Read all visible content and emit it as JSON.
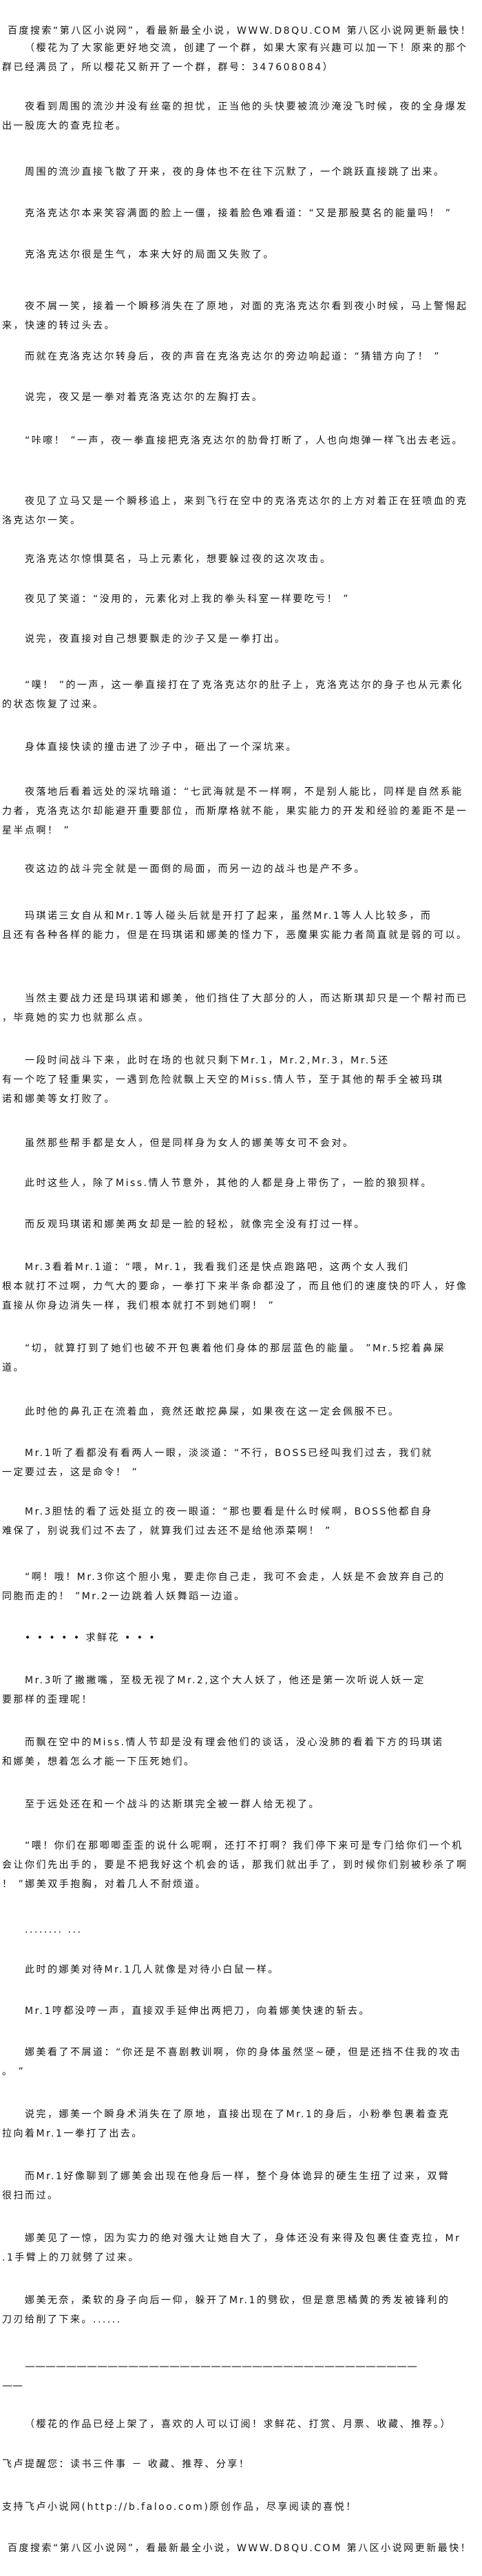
{
  "header": "百度搜索“第八区小说网”，看最新最全小说，WWW.D8QU.COM  第八区小说网更新最快！",
  "paragraphs": [
    {
      "lines": [
        "（樱花为了大家能更好地交流，创建了一个群，如果大家有兴趣可以加一下！原来的那个",
        "群已经满员了，所以樱花又新开了一个群，群号：347608084）"
      ]
    },
    {
      "lines": [
        "夜看到周围的流沙并没有丝毫的担忧，正当他的头快要被流沙淹没飞时候，夜的全身爆发",
        "出一股庞大的查克拉老。"
      ]
    },
    {
      "lines": [
        "周围的流沙直接飞散了开来，夜的身体也不在往下沉默了，一个跳跃直接跳了出来。"
      ]
    },
    {
      "lines": [
        "克洛克达尔本来笑容满面的脸上一僵，接着脸色难看道：“又是那股莫名的能量吗！ ”"
      ]
    },
    {
      "lines": [
        "克洛克达尔很是生气，本来大好的局面又失败了。"
      ]
    },
    {
      "lines": [
        "夜不屑一笑，接着一个瞬移消失在了原地，对面的克洛克达尔看到夜小时候，马上警惕起",
        "来，快速的转过头去。"
      ]
    },
    {
      "lines": [
        "而就在克洛克达尔转身后，夜的声音在克洛克达尔的旁边响起道：“猜错方向了！ ”"
      ]
    },
    {
      "lines": [
        "说完，夜又是一拳对着克洛克达尔的左胸打去。"
      ]
    },
    {
      "lines": [
        "“咔嚓！ ”一声，夜一拳直接把克洛克达尔的肋骨打断了，人也向炮弹一样飞出去老远。"
      ]
    },
    {
      "lines": [
        "夜见了立马又是一个瞬移追上，来到飞行在空中的克洛克达尔的上方对着正在狂喷血的克",
        "洛克达尔一笑。"
      ]
    },
    {
      "lines": [
        "克洛克达尔惊惧莫名，马上元素化，想要躲过夜的这次攻击。"
      ]
    },
    {
      "lines": [
        "夜见了笑道：“没用的，元素化对上我的拳头科室一样要吃亏！ ”"
      ]
    },
    {
      "lines": [
        "说完，夜直接对自己想要飘走的沙子又是一拳打出。"
      ]
    },
    {
      "lines": [
        "“噗！ ”的一声，这一拳直接打在了克洛克达尔的肚子上，克洛克达尔的身子也从元素化",
        "的状态恢复了过来。"
      ]
    },
    {
      "lines": [
        "身体直接快读的撞击进了沙子中，砸出了一个深坑来。"
      ]
    },
    {
      "lines": [
        "夜落地后看着远处的深坑暗道：“七武海就是不一样啊，不是别人能比，同样是自然系能",
        "力者，克洛克达尔却能避开重要部位，而斯摩格就不能，果实能力的开发和经验的差距不是一",
        "星半点啊！ ”"
      ]
    },
    {
      "lines": [
        "夜这边的战斗完全就是一面倒的局面，而另一边的战斗也是产不多。"
      ]
    },
    {
      "lines": [
        "玛琪诺三女自从和Mr.1等人碰头后就是开打了起来，虽然Mr.1等人人比较多，而",
        "且还有各种各样的能力，但是在玛琪诺和娜美的怪力下，恶魔果实能力者简直就是弱的可以。"
      ]
    },
    {
      "lines": [
        "当然主要战力还是玛琪诺和娜美，他们挡住了大部分的人，而达斯琪却只是一个帮衬而已",
        "，毕竟她的实力也就那么点。"
      ]
    },
    {
      "lines": [
        "一段时间战斗下来，此时在场的也就只剩下Mr.1，Mr.2,Mr.3，Mr.5还",
        "有一个吃了轻重果实，一遇到危险就飘上天空的Miss.情人节，至于其他的帮手全被玛琪",
        "诺和娜美等女打败了。"
      ]
    },
    {
      "lines": [
        "虽然那些帮手都是女人，但是同样身为女人的娜美等女可不会对。"
      ]
    },
    {
      "lines": [
        "此时这些人，除了Miss.情人节意外，其他的人都是身上带伤了，一脸的狼狈样。"
      ]
    },
    {
      "lines": [
        "而反观玛琪诺和娜美两女却是一脸的轻松，就像完全没有打过一样。"
      ]
    },
    {
      "lines": [
        "Mr.3看着Mr.1道：“喂，Mr.1，我看我们还是快点跑路吧，这两个女人我们",
        "根本就打不过啊，力气大的要命，一拳打下来半条命都没了，而且他们的速度快的吓人，好像",
        "直接从你身边消失一样，我们根本就打不到她们啊！ ”"
      ]
    },
    {
      "lines": [
        "“切，就算打到了她们也破不开包裹着他们身体的那层蓝色的能量。 ”Mr.5挖着鼻屎",
        "道。"
      ]
    },
    {
      "lines": [
        "此时他的鼻孔正在流着血，竟然还敢挖鼻屎，如果夜在这一定会佩服不已。"
      ]
    },
    {
      "lines": [
        "Mr.1听了看都没有看两人一眼，淡淡道：“不行，BOSS已经叫我们过去，我们就",
        "一定要过去，这是命令！ ”"
      ]
    },
    {
      "lines": [
        "Mr.3胆怯的看了远处挺立的夜一眼道：“那也要看是什么时候啊，BOSS他都自身",
        "难保了，别说我们过不去了，就算我们过去还不是给他添菜啊！ ”"
      ]
    },
    {
      "lines": [
        "“啊！哦！Mr.3你这个胆小鬼，要走你自己走，我可不会走，人妖是不会放弃自己的",
        "同胞而走的！ ”Mr.2一边跳着人妖舞蹈一边道。"
      ]
    },
    {
      "lines": [
        "• •  • • • 求鲜花 • • •"
      ]
    },
    {
      "lines": [
        "Mr.3听了撇撇嘴，至极无视了Mr.2,这个大人妖了，他还是第一次听说人妖一定",
        "要那样的歪理呢！"
      ]
    },
    {
      "lines": [
        "而飘在空中的Miss.情人节却是没有理会他们的谈话，没心没肺的看着下方的玛琪诺",
        "和娜美，想着怎么才能一下压死她们。"
      ]
    },
    {
      "lines": [
        "至于远处还在和一个战斗的达斯琪完全被一群人给无视了。"
      ]
    },
    {
      "lines": [
        "“喂！你们在那唧唧歪歪的说什么呢啊，还打不打啊？我们停下来可是专门给你们一个机",
        "会让你们先出手的，要是不把我好这个机会的话，那我们就出手了，到时候你们别被秒杀了啊",
        "！ ”娜美双手抱胸，对着几人不耐烦道。"
      ]
    },
    {
      "lines": [
        "........ ..."
      ]
    },
    {
      "lines": [
        "此时的娜美对待Mr.1几人就像是对待小白鼠一样。"
      ]
    },
    {
      "lines": [
        "Mr.1哼都没哼一声，直接双手延伸出两把刀，向着娜美快速的斩去。"
      ]
    },
    {
      "lines": [
        "娜美看了不屑道：“你还是不喜剧教训啊，你的身体虽然坚~硬，但是还挡不住我的攻击",
        "。 ”"
      ]
    },
    {
      "lines": [
        "说完，娜美一个瞬身术消失在了原地，直接出现在了Mr.1的身后，小粉拳包裹着查克",
        "拉向着Mr.1一拳打了出去。"
      ]
    },
    {
      "lines": [
        "而Mr.1好像聊到了娜美会出现在他身后一样，整个身体诡异的硬生生扭了过来，双臂",
        "很扫而过。"
      ]
    },
    {
      "lines": [
        "娜美见了一惊，因为实力的绝对强大让她自大了，身体还没有来得及包裹住查克拉，Mr",
        ".1手臂上的刀就劈了过来。"
      ]
    },
    {
      "lines": [
        "娜美无奈，柔软的身子向后一仰，躲开了Mr.1的劈砍，但是意思橘黄的秀发被锋利的",
        "刀刃给削了下来。......"
      ]
    },
    {
      "lines": [
        "——————————————————————————————————————",
        "——"
      ]
    },
    {
      "lines": [
        "（樱花的作品已经上架了，喜欢的人可以订阅！求鲜花、打赏、月票、收藏、推荐。）"
      ]
    },
    {
      "lines": [
        "飞卢提醒您：读书三件事 － 收藏、推荐、分享！"
      ]
    },
    {
      "lines": [
        "支持飞卢小说网(http://b.faloo.com)原创作品，尽享阅读的喜悦！"
      ]
    }
  ],
  "footer": "百度搜索“第八区小说网”，看最新最全小说，WWW.D8QU.COM  第八区小说网更新最快！"
}
